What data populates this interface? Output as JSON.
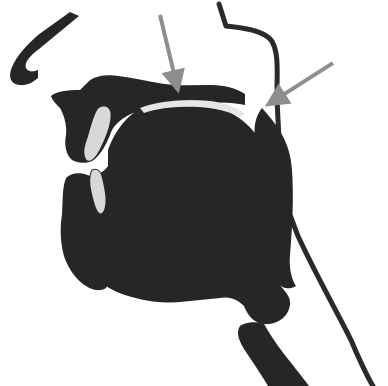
{
  "diagram": {
    "colors": {
      "background": "#ffffff",
      "tissue": "#262626",
      "outline": "#2a2a2a",
      "arrow": "#8e8e8e",
      "teeth": "#d8d8d8"
    },
    "parts": [
      "nose",
      "upper-lip",
      "upper-teeth",
      "lower-lip",
      "lower-teeth",
      "tongue",
      "palate",
      "pharynx-wall",
      "arrow-to-palate",
      "arrow-to-pharynx"
    ]
  }
}
